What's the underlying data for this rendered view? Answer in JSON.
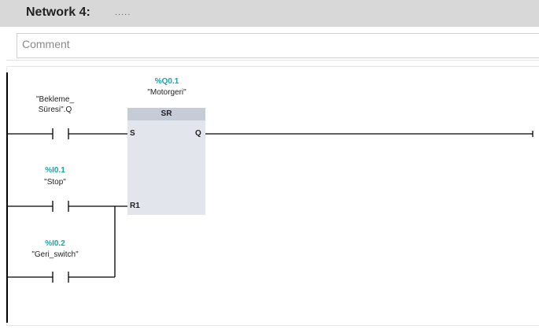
{
  "network": {
    "title": "Network 4:",
    "dots": "....."
  },
  "comment": {
    "placeholder": "Comment"
  },
  "contacts": [
    {
      "tag_line1": "\"Bekleme_",
      "tag_line2": "Süresi\".Q"
    },
    {
      "address": "%I0.1",
      "tag": "\"Stop\""
    },
    {
      "address": "%I0.2",
      "tag": "\"Geri_switch\""
    }
  ],
  "sr_block": {
    "address": "%Q0.1",
    "tag": "\"Motorgeri\"",
    "type": "SR",
    "pin_s": "S",
    "pin_r1": "R1",
    "pin_q": "Q"
  }
}
